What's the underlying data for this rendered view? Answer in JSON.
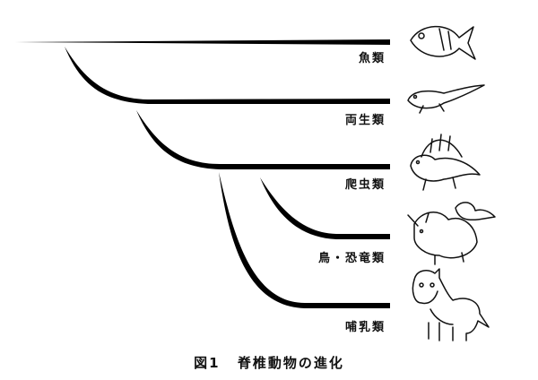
{
  "taxa": [
    {
      "label": "魚類",
      "icon": "fish-icon"
    },
    {
      "label": "両生類",
      "icon": "salamander-icon"
    },
    {
      "label": "爬虫類",
      "icon": "dimetrodon-icon"
    },
    {
      "label": "鳥・恐竜類",
      "icon": "triceratops-bird-icon"
    },
    {
      "label": "哺乳類",
      "icon": "horse-icon"
    }
  ],
  "caption": {
    "number": "図1",
    "title": "脊椎動物の進化"
  }
}
